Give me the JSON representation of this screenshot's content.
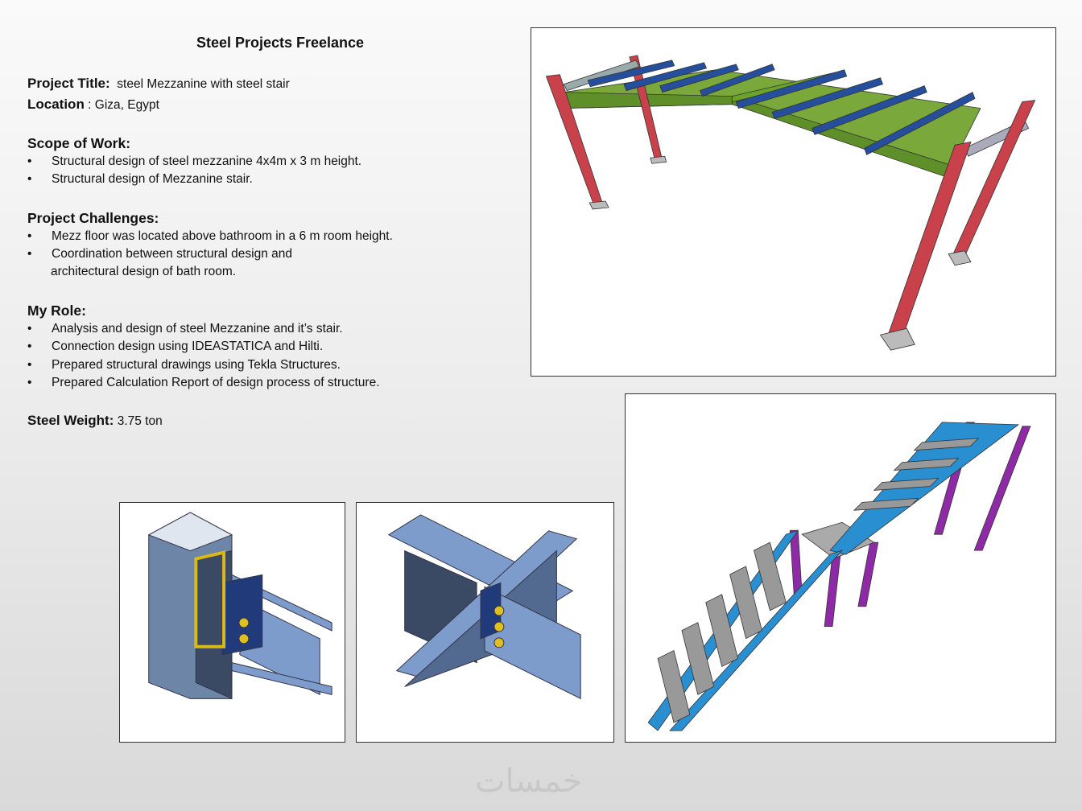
{
  "title": "Steel Projects Freelance",
  "project_title": {
    "label": "Project Title:",
    "value": "steel Mezzanine with steel stair"
  },
  "location": {
    "label": "Location",
    "value": ": Giza, Egypt"
  },
  "scope": {
    "heading": "Scope of Work:",
    "items": [
      "Structural design of steel mezzanine 4x4m  x 3 m height.",
      "Structural design of Mezzanine stair."
    ]
  },
  "challenges": {
    "heading": "Project Challenges:",
    "items": [
      "Mezz floor was located above bathroom in a 6 m room height.",
      "Coordination between structural design and"
    ],
    "continuation": "architectural design of bath room."
  },
  "role": {
    "heading": "My Role:",
    "items": [
      "Analysis and design of steel Mezzanine and it’s stair.",
      "Connection design using IDEASTATICA and Hilti.",
      "Prepared structural drawings using Tekla Structures.",
      "Prepared Calculation Report of design process of structure."
    ]
  },
  "steel_weight": {
    "label": "Steel Weight:",
    "value": "3.75 ton"
  },
  "bullet": "•",
  "watermark": "خمسات",
  "colors": {
    "column": "#c8414b",
    "beam": "#6aa529",
    "joist": "#254f9c",
    "stringer": "#2a8fd0",
    "stair_post": "#8e2aa5",
    "connection": "#7d9ccc"
  }
}
